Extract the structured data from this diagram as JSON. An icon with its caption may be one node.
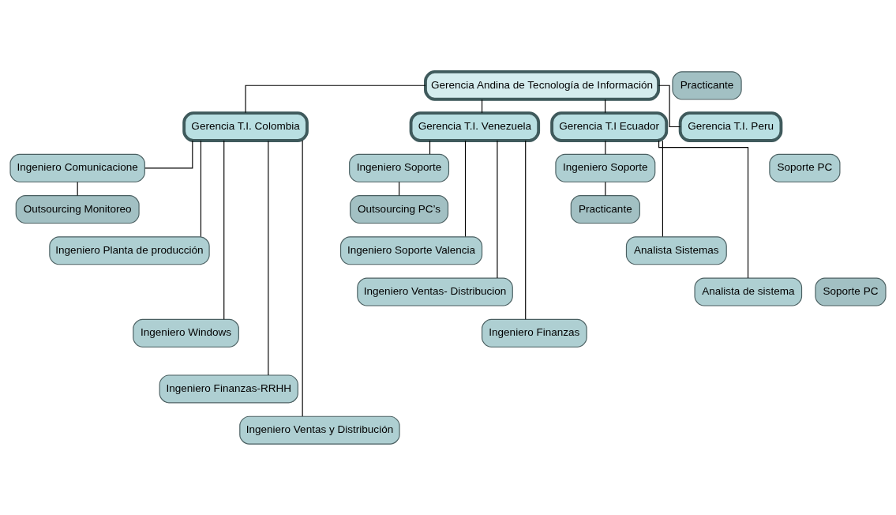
{
  "diagram": {
    "nodes": [
      {
        "text": [
          "Gerencia Andina de Tecnología de Información"
        ]
      },
      {
        "text": [
          "Gerencia T.I. Colombia"
        ]
      },
      {
        "text": [
          "Ingeniero Comunicacione"
        ]
      },
      {
        "text": [
          "Outsourcing Monitoreo"
        ]
      },
      {
        "text": [
          "Ingeniero Planta de producción"
        ]
      },
      {
        "text": [
          "Soporte PC"
        ]
      },
      {
        "text": [
          "Ingeniero Windows"
        ]
      },
      {
        "text": [
          "Practicante"
        ]
      },
      {
        "text": [
          "Ingeniero Finanzas-RRHH"
        ]
      },
      {
        "text": [
          "Ingeniero Ventas y Distribución"
        ]
      },
      {
        "text": [
          "Gerencia T.I. Venezuela"
        ]
      },
      {
        "text": [
          "Ingeniero Soporte"
        ]
      },
      {
        "text": [
          "Outsourcing PC’s"
        ]
      },
      {
        "text": [
          "Ingeniero Soporte Valencia"
        ]
      },
      {
        "text": [
          "Ingeniero Ventas- Distribucion"
        ]
      },
      {
        "text": [
          "Ingeniero Finanzas"
        ]
      },
      {
        "text": [
          "Gerencia T.I Ecuador"
        ]
      },
      {
        "text": [
          "Ingeniero Soporte"
        ]
      },
      {
        "text": [
          "Practicante"
        ]
      },
      {
        "text": [
          "Analista Sistemas"
        ]
      },
      {
        "text": [
          "Analista de sistema"
        ]
      },
      {
        "text": [
          "Gerencia T.I. Peru"
        ]
      },
      {
        "text": [
          "Soporte PC"
        ]
      }
    ],
    "edges": [
      {
        "from": 0,
        "to": 1,
        "arrow": "none"
      },
      {
        "from": 0,
        "to": 10,
        "arrow": "none"
      },
      {
        "from": 0,
        "to": 16,
        "arrow": "none"
      },
      {
        "from": 0,
        "to": 21,
        "arrow": "none"
      },
      {
        "from": 1,
        "to": 2,
        "arrow": "none"
      },
      {
        "from": 2,
        "to": 3,
        "arrow": "none"
      },
      {
        "from": 1,
        "to": 4,
        "arrow": "none"
      },
      {
        "from": 1,
        "to": 6,
        "arrow": "none"
      },
      {
        "from": 1,
        "to": 8,
        "arrow": "none"
      },
      {
        "from": 1,
        "to": 9,
        "arrow": "none"
      },
      {
        "from": 10,
        "to": 11,
        "arrow": "none"
      },
      {
        "from": 11,
        "to": 12,
        "arrow": "none"
      },
      {
        "from": 10,
        "to": 13,
        "arrow": "none"
      },
      {
        "from": 10,
        "to": 14,
        "arrow": "none"
      },
      {
        "from": 10,
        "to": 15,
        "arrow": "none"
      },
      {
        "from": 16,
        "to": 17,
        "arrow": "none"
      },
      {
        "from": 17,
        "to": 18,
        "arrow": "none"
      },
      {
        "from": 16,
        "to": 19,
        "arrow": "none"
      },
      {
        "from": 16,
        "to": 20,
        "arrow": "none"
      }
    ]
  }
}
